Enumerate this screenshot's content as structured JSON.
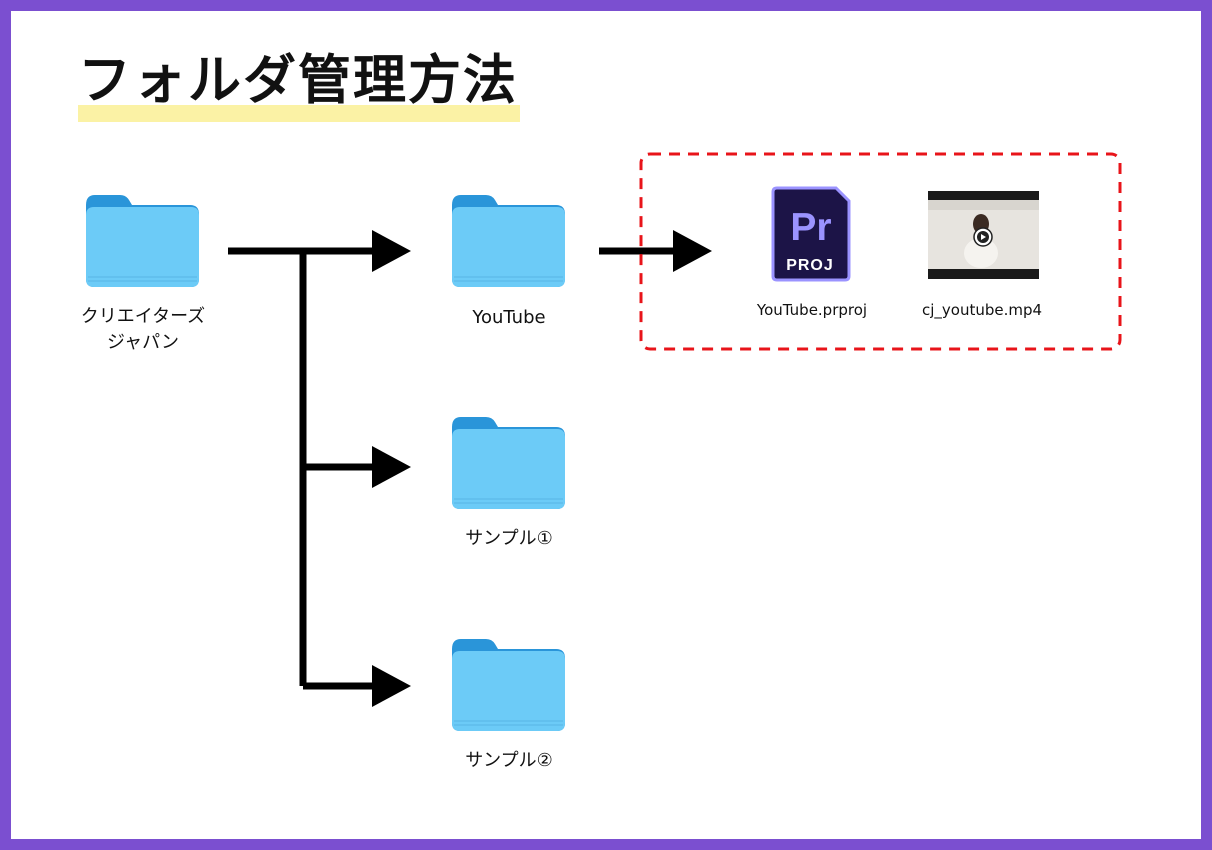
{
  "title": "フォルダ管理方法",
  "nodes": {
    "root": {
      "label_line1": "クリエイターズ",
      "label_line2": "ジャパン",
      "icon": "folder-icon"
    },
    "youtube": {
      "label": "YouTube",
      "icon": "folder-icon"
    },
    "sample1": {
      "label": "サンプル①",
      "icon": "folder-icon"
    },
    "sample2": {
      "label": "サンプル②",
      "icon": "folder-icon"
    }
  },
  "files": [
    {
      "name": "YouTube.prproj",
      "icon": "premiere-pro-icon",
      "icon_text": "Pr",
      "icon_sub": "PROJ"
    },
    {
      "name": "cj_youtube.mp4",
      "icon": "video-thumbnail-icon"
    }
  ],
  "colors": {
    "frame": "#7b4fd0",
    "highlight": "#fbf2a5",
    "folder_body": "#6ccbf7",
    "folder_tab": "#2a95d9",
    "dashed_box": "#e8141a",
    "premiere_bg": "#1c1447",
    "premiere_accent": "#9b93ff"
  }
}
